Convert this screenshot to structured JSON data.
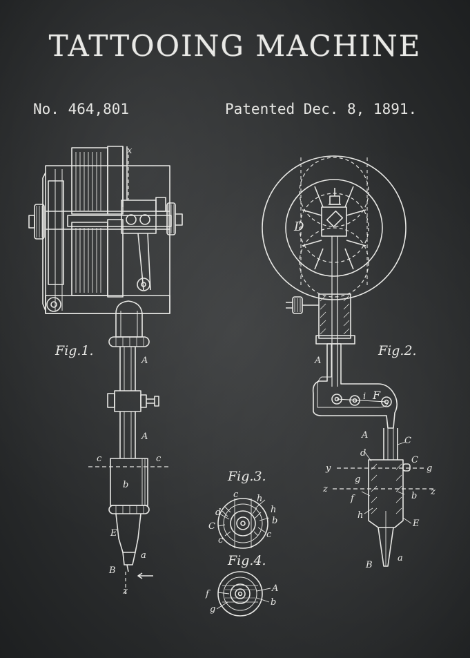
{
  "title": "TATTOOING MACHINE",
  "patent_number": "No. 464,801",
  "patent_date": "Patented Dec. 8, 1891.",
  "figures": {
    "fig1": "Fig.1.",
    "fig2": "Fig.2.",
    "fig3": "Fig.3.",
    "fig4": "Fig.4."
  },
  "labels": {
    "A": "A",
    "B": "B",
    "C": "C",
    "D": "D",
    "E": "E",
    "F": "F",
    "a": "a",
    "b": "b",
    "c": "c",
    "d": "d",
    "f": "f",
    "g": "g",
    "h": "h",
    "i": "i",
    "x": "x",
    "y": "y",
    "z": "z"
  },
  "colors": {
    "background": "#2b2d2e",
    "chalk": "#e8e8e5"
  }
}
